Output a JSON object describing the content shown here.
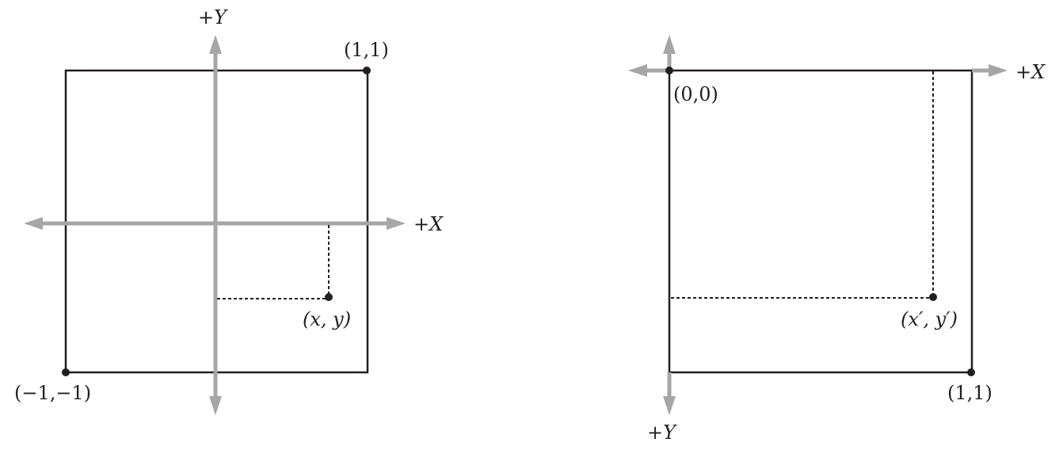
{
  "left_diagram": {
    "title": "Normalized device coordinates",
    "y_axis_label": "+Y",
    "x_axis_label": "+X",
    "top_right_corner": "(1,1)",
    "bottom_left_corner": "(−1,−1)",
    "point_label": "(x, y)"
  },
  "right_diagram": {
    "title": "Screen coordinates",
    "x_axis_label": "+X",
    "y_axis_label": "+Y",
    "origin_label": "(0,0)",
    "bottom_right_corner": "(1,1)",
    "point_label": "(x′, y′)"
  },
  "colors": {
    "axis": "#a6a6a6",
    "line": "#231f20"
  }
}
